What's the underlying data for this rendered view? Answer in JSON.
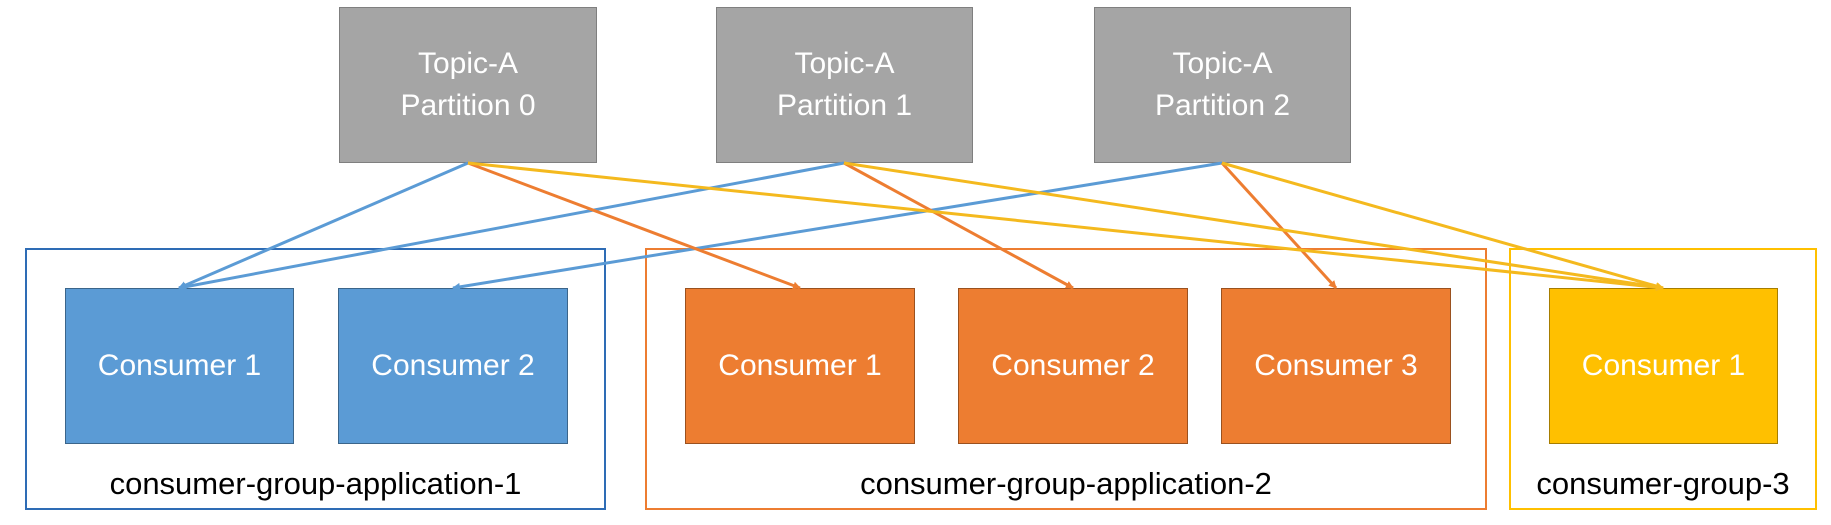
{
  "colors": {
    "topic_fill": "#a5a5a5",
    "group1": "#5b9bd5",
    "group1_border": "#2e6cb5",
    "group2": "#ed7d31",
    "group3": "#ffc000",
    "group3_arrow": "#f4b91e"
  },
  "topics": [
    {
      "line1": "Topic-A",
      "line2": "Partition 0"
    },
    {
      "line1": "Topic-A",
      "line2": "Partition 1"
    },
    {
      "line1": "Topic-A",
      "line2": "Partition 2"
    }
  ],
  "groups": [
    {
      "label": "consumer-group-application-1",
      "consumers": [
        "Consumer 1",
        "Consumer 2"
      ]
    },
    {
      "label": "consumer-group-application-2",
      "consumers": [
        "Consumer 1",
        "Consumer 2",
        "Consumer 3"
      ]
    },
    {
      "label": "consumer-group-3",
      "consumers": [
        "Consumer 1"
      ]
    }
  ],
  "assignments": [
    {
      "partition": 0,
      "group": 0,
      "consumer": 0
    },
    {
      "partition": 1,
      "group": 0,
      "consumer": 0
    },
    {
      "partition": 2,
      "group": 0,
      "consumer": 1
    },
    {
      "partition": 0,
      "group": 1,
      "consumer": 0
    },
    {
      "partition": 1,
      "group": 1,
      "consumer": 1
    },
    {
      "partition": 2,
      "group": 1,
      "consumer": 2
    },
    {
      "partition": 0,
      "group": 2,
      "consumer": 0
    },
    {
      "partition": 1,
      "group": 2,
      "consumer": 0
    },
    {
      "partition": 2,
      "group": 2,
      "consumer": 0
    }
  ]
}
